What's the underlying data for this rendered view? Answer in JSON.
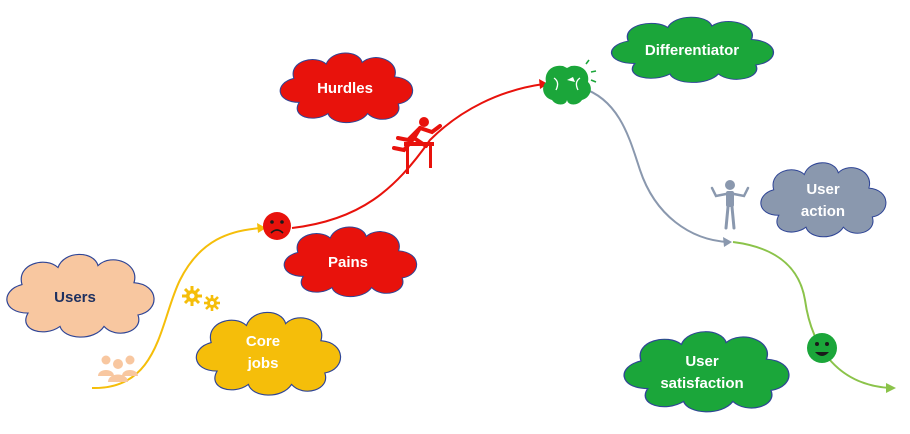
{
  "colors": {
    "yellow": "#F5BE0A",
    "red": "#E8120C",
    "green": "#1BA63A",
    "gray": "#8A98AE",
    "light_green": "#8BC34A",
    "peach": "#F8C7A0",
    "navy_text": "#1F3160",
    "white": "#FFFFFF",
    "cloud_outline": "#2F4596"
  },
  "clouds": {
    "users": "Users",
    "core_jobs_line1": "Core",
    "core_jobs_line2": "jobs",
    "pains": "Pains",
    "hurdles": "Hurdles",
    "differentiator": "Differentiator",
    "user_action_line1": "User",
    "user_action_line2": "action",
    "user_satisfaction_line1": "User",
    "user_satisfaction_line2": "satisfaction"
  },
  "icons": {
    "users": "users-group-icon",
    "core_jobs": "gears-icon",
    "pains": "sad-face-icon",
    "hurdles": "hurdler-icon",
    "differentiator": "brain-icon",
    "user_action": "person-shrug-icon",
    "user_satisfaction": "happy-face-icon"
  }
}
